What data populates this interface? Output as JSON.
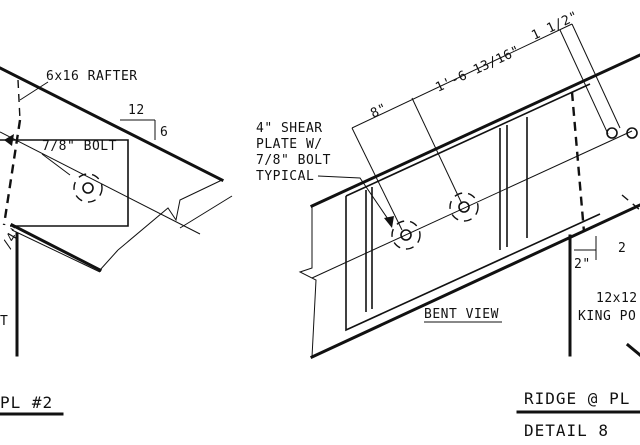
{
  "left_detail": {
    "rafter_label": "6x16 RAFTER",
    "slope_run": "12",
    "slope_rise": "6",
    "bolt_label": "7/8\" BOLT",
    "partial_dim": "/4\"",
    "partial_text": "T",
    "title": "PL #2"
  },
  "right_detail": {
    "dim_total": "1'-6 13/16\"",
    "dim_offset": "1 1/2\"",
    "dim_spacing": "8\"",
    "shear_line1": "4\" SHEAR",
    "shear_line2": "PLATE W/",
    "shear_line3": "7/8\" BOLT",
    "shear_line4": "TYPICAL",
    "bent_view": "BENT VIEW",
    "dim_2": "2\"",
    "dim_2b": "2",
    "post_line1": "12x12",
    "post_line2": "KING PO",
    "title": "RIDGE @ PL",
    "subtitle": "DETAIL 8"
  }
}
